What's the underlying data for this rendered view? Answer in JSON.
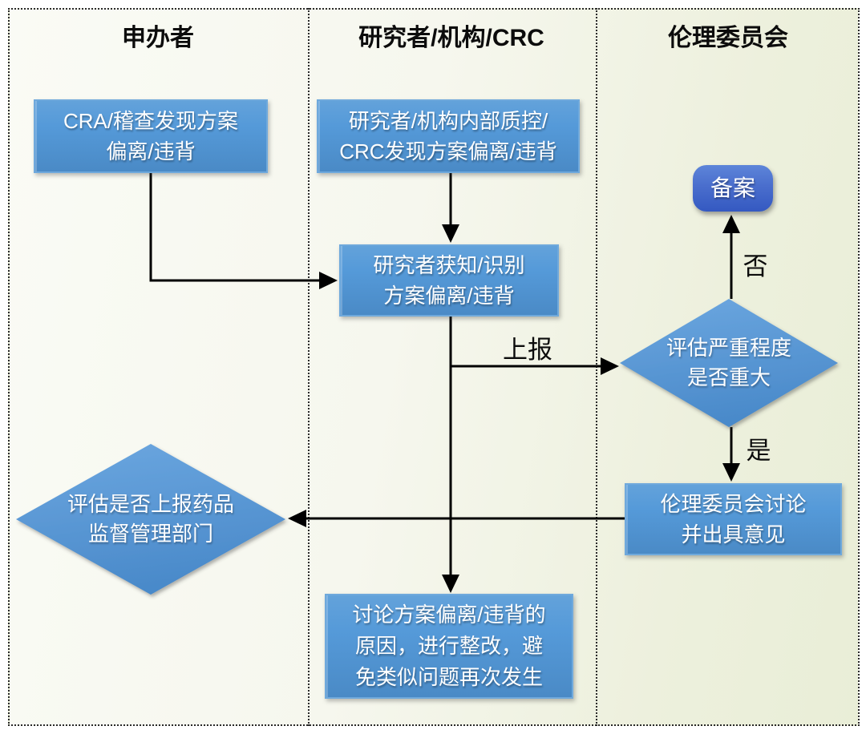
{
  "lanes": [
    {
      "title": "申办者"
    },
    {
      "title": "研究者/机构/CRC"
    },
    {
      "title": "伦理委员会"
    }
  ],
  "nodes": {
    "sponsor_found": {
      "lines": [
        "CRA/稽查发现方案",
        "偏离/违背"
      ]
    },
    "site_found": {
      "lines": [
        "研究者/机构内部质控/",
        "CRC发现方案偏离/违背"
      ]
    },
    "investigator_identify": {
      "lines": [
        "研究者获知/识别",
        "方案偏离/违背"
      ]
    },
    "filing": {
      "lines": [
        "备案"
      ]
    },
    "severity_decision": {
      "lines": [
        "评估严重程度",
        "是否重大"
      ]
    },
    "ec_discuss": {
      "lines": [
        "伦理委员会讨论",
        "并出具意见"
      ]
    },
    "report_decision": {
      "lines": [
        "评估是否上报药品",
        "监督管理部门"
      ]
    },
    "rectify": {
      "lines": [
        "讨论方案偏离/违背的",
        "原因，进行整改，避",
        "免类似问题再次发生"
      ]
    }
  },
  "edge_labels": {
    "report": "上报",
    "no": "否",
    "yes": "是"
  },
  "colors": {
    "box_fill_top": "#63a2da",
    "box_fill_bottom": "#4a8ac6",
    "filing_fill_top": "#5d85d9",
    "filing_fill_bottom": "#3459c1",
    "line": "#000000",
    "background_left": "#fafbf5",
    "background_right": "#e9eed7"
  }
}
